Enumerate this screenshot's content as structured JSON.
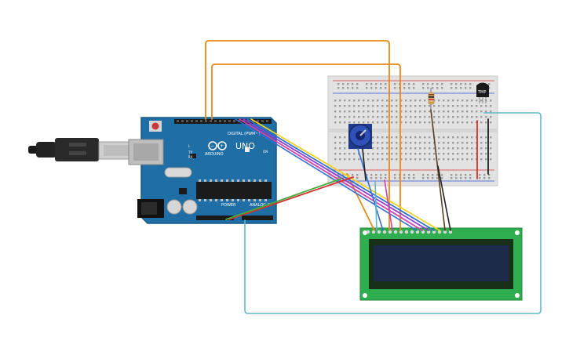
{
  "arduino": {
    "model_label": "UNO",
    "brand_label": "ARDUINO",
    "digital_label": "DIGITAL (PWM~)",
    "power_label": "POWER",
    "analog_label": "ANALOG IN",
    "tx_label": "TX",
    "rx_label": "RX",
    "on_label": "ON",
    "l_label": "L"
  },
  "sensor": {
    "label": "TMP"
  },
  "colors": {
    "board": "#1f6fa6",
    "breadboard": "#e2e2e2",
    "lcd_frame": "#2fae4f",
    "lcd_screen": "#1e2a4a",
    "wire_orange": "#e88a1a",
    "wire_teal": "#5fb8c8",
    "wire_blue": "#2f6fd6",
    "wire_yellow": "#f0d020",
    "wire_purple": "#8a3fd6",
    "wire_magenta": "#d63fa8",
    "wire_red": "#d63030",
    "wire_green": "#3fae3f",
    "wire_dark": "#222222"
  },
  "icons": [
    "usb-cable-icon",
    "potentiometer-icon",
    "resistor-icon",
    "temperature-sensor-icon",
    "reset-button-icon",
    "power-jack-icon"
  ]
}
